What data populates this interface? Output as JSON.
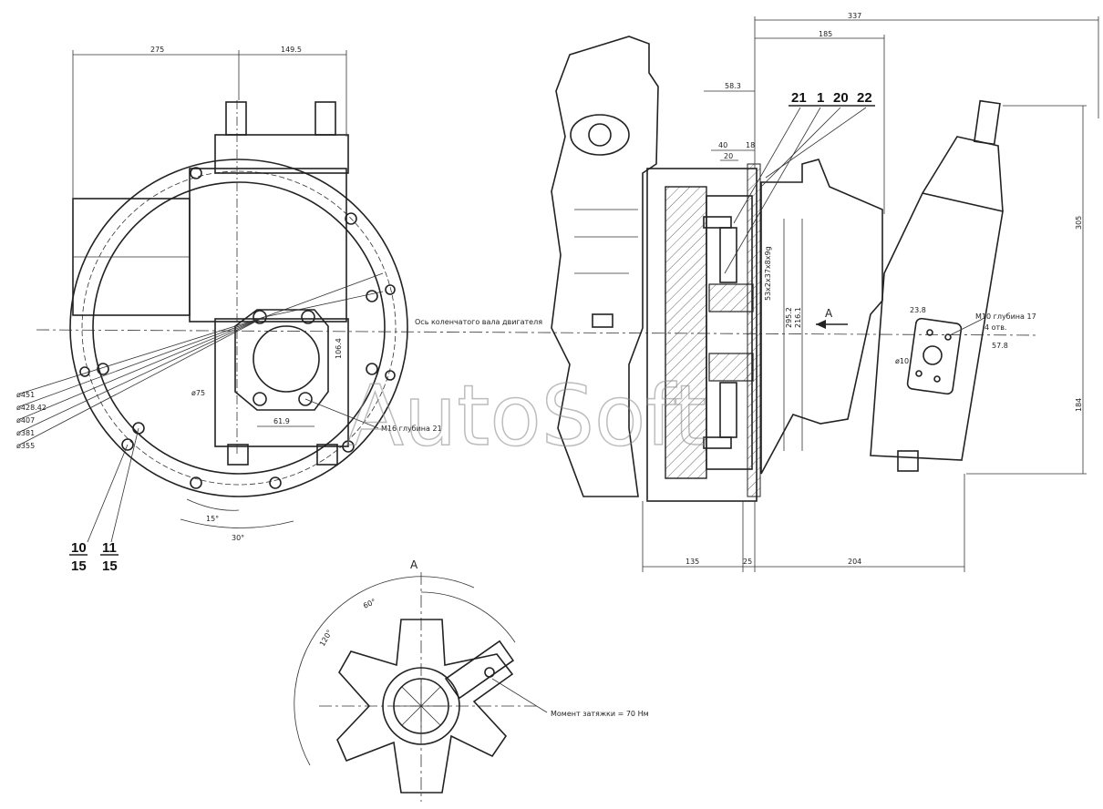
{
  "watermark": "AutoSoft",
  "axis_label": "Ось коленчатого вала двигателя",
  "view_label": "A",
  "view_arrow_label": "A",
  "left_view": {
    "dims_top": [
      "275",
      "149.5"
    ],
    "dia_list": [
      "ø451",
      "ø428.42",
      "ø407",
      "ø381",
      "ø355"
    ],
    "dia_75": "ø75",
    "dim_106": "106.4",
    "dim_61": "61.9",
    "thread_note": "M16 глубина 21",
    "angle_15": "15°",
    "angle_30": "30°",
    "callout_a_top": "10",
    "callout_a_bot": "15",
    "callout_b_top": "11",
    "callout_b_bot": "15"
  },
  "right_view": {
    "dim_337": "337",
    "dim_185": "185",
    "dim_58": "58.3",
    "dim_40": "40",
    "dim_20": "20",
    "dim_18": "18",
    "dim_135": "135",
    "dim_25": "25",
    "dim_204": "204",
    "dim_305": "305",
    "dim_184": "184",
    "dim_23": "23.8",
    "dim_578": "57.8",
    "dia_10": "ø10",
    "spline_note": "53x2x37x8x9g",
    "dim_295": "295.2",
    "dim_216": "216.1",
    "m10_note": "M10 глубина 17",
    "m10_count": "4 отв.",
    "callouts": [
      "21",
      "1",
      "20",
      "22"
    ]
  },
  "bottom_view": {
    "angle_60": "60°",
    "angle_120": "120°",
    "torque_note": "Момент затяжки = 70 Нм"
  }
}
